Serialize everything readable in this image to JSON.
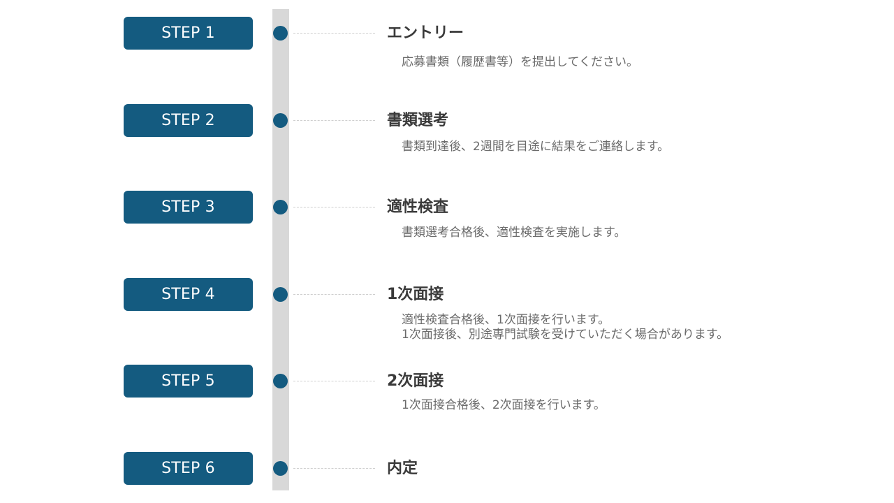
{
  "steps": [
    {
      "label": "STEP 1",
      "title": "エントリー",
      "description": [
        "応募書類（履歴書等）を提出してください。"
      ]
    },
    {
      "label": "STEP 2",
      "title": "書類選考",
      "description": [
        "書類到達後、2週間を目途に結果をご連絡します。"
      ]
    },
    {
      "label": "STEP 3",
      "title": "適性検査",
      "description": [
        "書類選考合格後、適性検査を実施します。"
      ]
    },
    {
      "label": "STEP 4",
      "title": "1次面接",
      "description": [
        "適性検査合格後、1次面接を行います。",
        "1次面接後、別途専門試験を受けていただく場合があります。"
      ]
    },
    {
      "label": "STEP 5",
      "title": "2次面接",
      "description": [
        "1次面接合格後、2次面接を行います。"
      ]
    },
    {
      "label": "STEP 6",
      "title": "内定",
      "description": []
    }
  ],
  "colors": {
    "badge": "#145b80",
    "dot": "#145b80",
    "track": "#d8d8d8",
    "title": "#3a3a3a",
    "description": "#6a6a6a"
  }
}
